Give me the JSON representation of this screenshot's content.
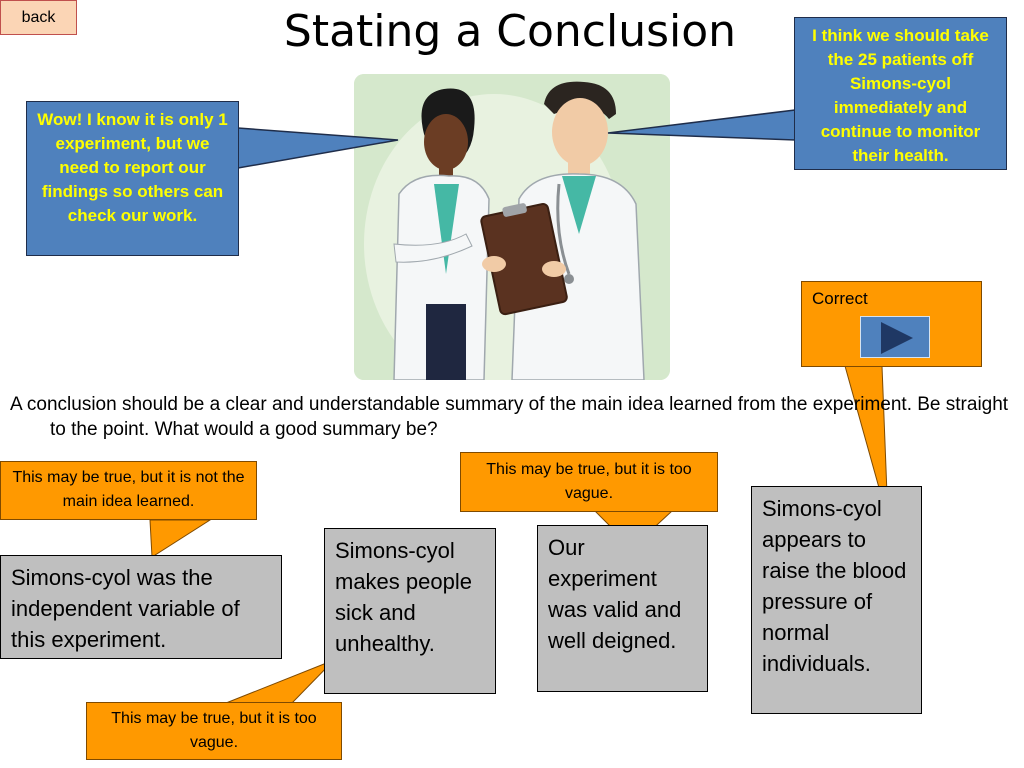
{
  "back_label": "back",
  "title": "Stating a Conclusion",
  "speech_left": "Wow! I know it is only 1 experiment, but we need to report our findings so others can check our work.",
  "speech_right": "I think we should take the 25 patients off Simons-cyol immediately and continue to monitor their health.",
  "prompt": "A conclusion should be a clear and understandable summary of the main idea learned from the experiment. Be straight to the point. What would a good summary be?",
  "correct_label": "Correct",
  "feedback": {
    "option_1": "This may be true, but it is not the main idea learned.",
    "option_2": "This may be true, but it is too vague.",
    "option_3": "This may be true, but it is too vague."
  },
  "options": [
    "Simons-cyol was the independent variable of this experiment.",
    "Simons-cyol makes people sick and unhealthy.",
    "Our experiment was valid and well deigned.",
    "Simons-cyol appears to raise the blood pressure of normal individuals."
  ],
  "colors": {
    "callout_blue": "#4f81bd",
    "callout_text": "#ffff00",
    "feedback_orange": "#ff9900",
    "option_gray": "#bfbfbf",
    "back_fill": "#fbd5b5"
  }
}
